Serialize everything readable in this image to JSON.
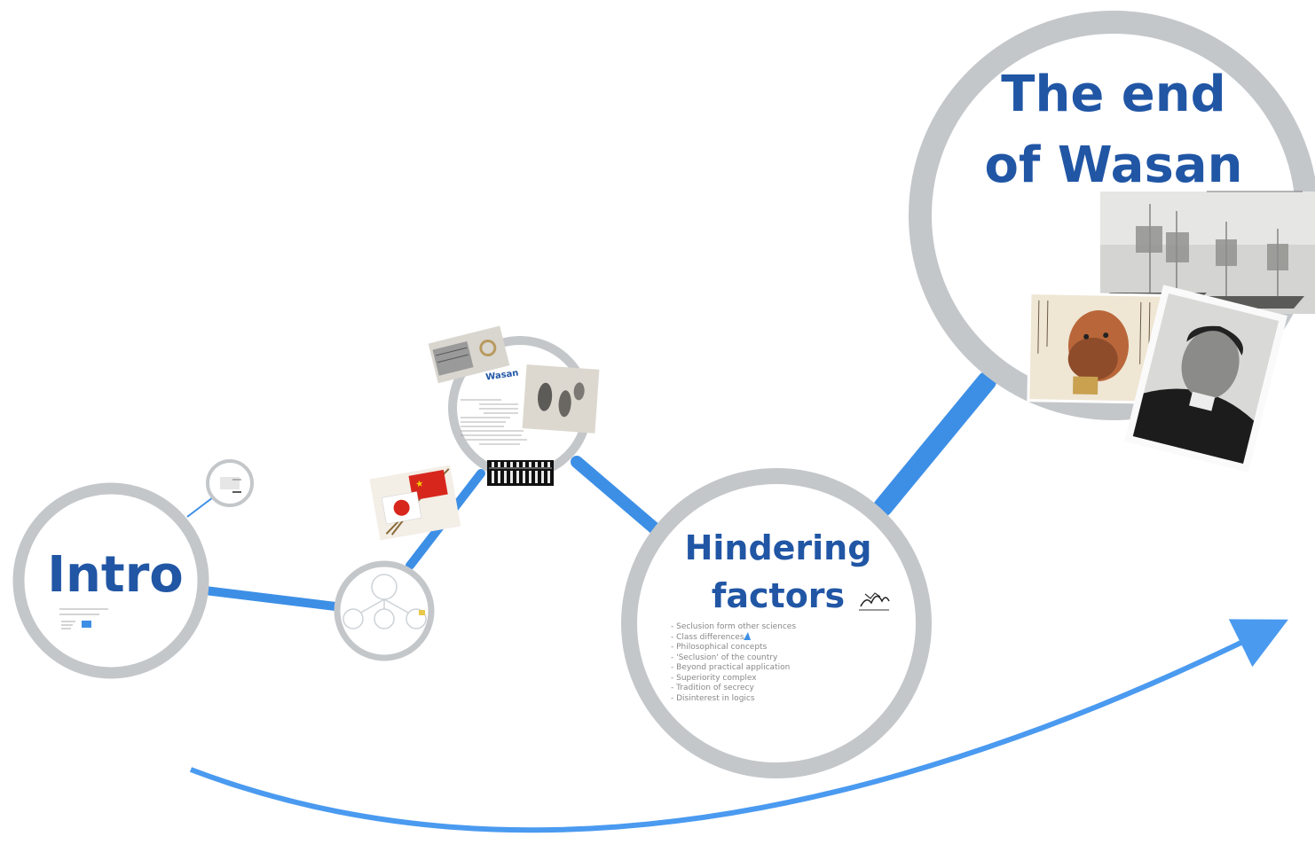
{
  "frames": {
    "intro": {
      "title": "Intro"
    },
    "wasan": {
      "title": "Wasan"
    },
    "hindering": {
      "title_line1": "Hindering",
      "title_line2": "factors",
      "bullets": [
        "- Seclusion form other sciences",
        "- Class differences",
        "- Philosophical concepts",
        "- 'Seclusion' of the country",
        "- Beyond practical application",
        "- Superiority complex",
        "- Tradition of secrecy",
        "- Disinterest in logics"
      ]
    },
    "end": {
      "title_line1": "The end",
      "title_line2": "of Wasan"
    }
  },
  "colors": {
    "frame_ring": "#c4c7ca",
    "path_line": "#3d8fe6",
    "title": "#2156a5",
    "arrow": "#4a9af0"
  },
  "images": [
    "japan-china-flags-image",
    "abacus-image",
    "sailing-ships-engraving",
    "japanese-portrait-drawing",
    "commodore-portrait-photo",
    "wasan-manuscript-image",
    "calculation-rods-image",
    "ink-sketch-icon"
  ]
}
